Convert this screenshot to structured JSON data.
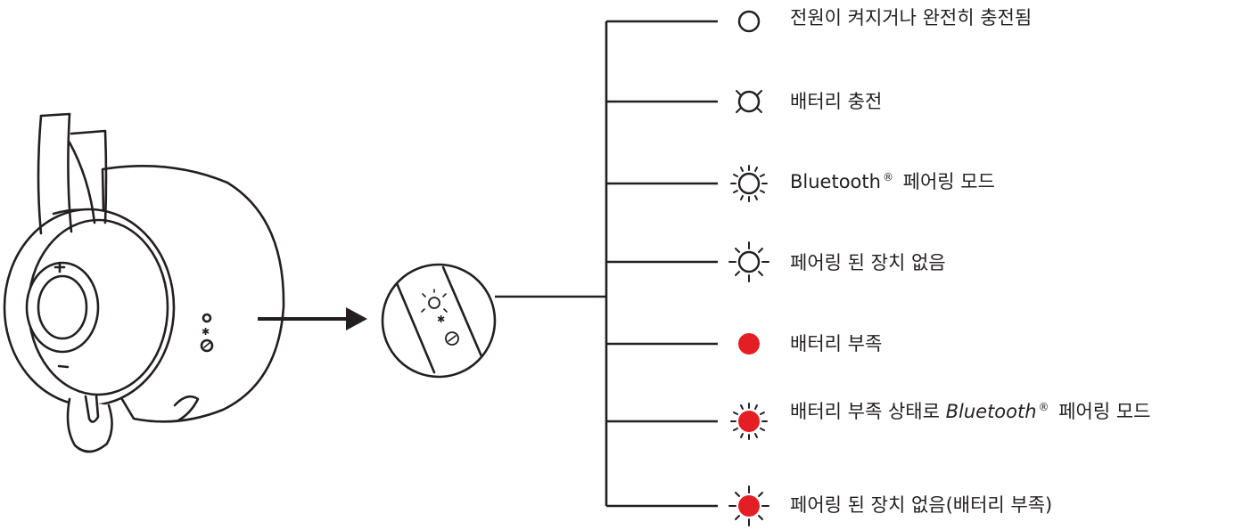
{
  "legend": [
    {
      "indicator": "white-solid",
      "text": "전원이 켜지거나 완전히 충전됨"
    },
    {
      "indicator": "white-slow-blink",
      "text": "배터리 충전"
    },
    {
      "indicator": "white-fast-blink",
      "text": "Bluetooth",
      "reg": "®",
      "suffix": " 페어링 모드"
    },
    {
      "indicator": "white-pulse",
      "text": "페어링 된 장치 없음"
    },
    {
      "indicator": "red-solid",
      "text": "배터리 부족"
    },
    {
      "indicator": "red-fast-blink",
      "prefix": "배터리 부족 상태로 ",
      "text": "Bluetooth",
      "reg": "®",
      "suffix": " 페어링 모드"
    },
    {
      "indicator": "red-pulse",
      "text": "페어링 된 장치 없음(배터리 부족)"
    }
  ],
  "colors": {
    "line": "#231f20",
    "red": "#e31e24",
    "white": "#ffffff"
  }
}
